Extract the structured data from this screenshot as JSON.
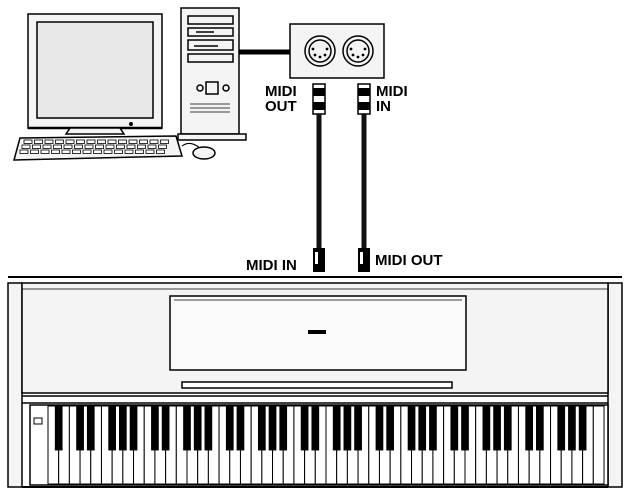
{
  "computer": {
    "midi_out_line1": "MIDI",
    "midi_out_line2": "OUT",
    "midi_in_line1": "MIDI",
    "midi_in_line2": "IN"
  },
  "piano": {
    "midi_in_label": "MIDI IN",
    "midi_out_label": "MIDI OUT",
    "white_key_count": 52
  },
  "colors": {
    "ink": "#000000",
    "panel_fill": "#f4f4f4",
    "screen_fill": "#e8e8e8",
    "cable": "#111111"
  }
}
